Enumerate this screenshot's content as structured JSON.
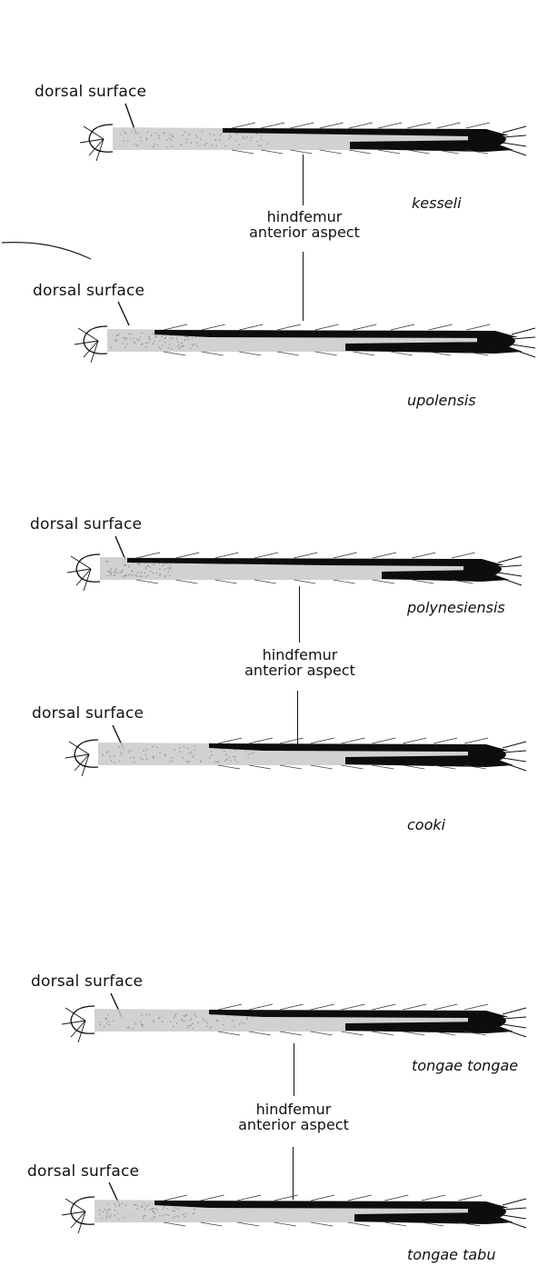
{
  "labels": {
    "dorsal_surface": "dorsal surface",
    "hindfemur_line1": "hindfemur",
    "hindfemur_line2": "anterior aspect"
  },
  "species": [
    "kesseli",
    "upolensis",
    "polynesiensis",
    "cooki",
    "tongae tongae",
    "tongae tabu"
  ],
  "colors": {
    "dark_scales": "#0d0d0d",
    "pale_scales": "#c9c9c9",
    "line": "#111111"
  }
}
